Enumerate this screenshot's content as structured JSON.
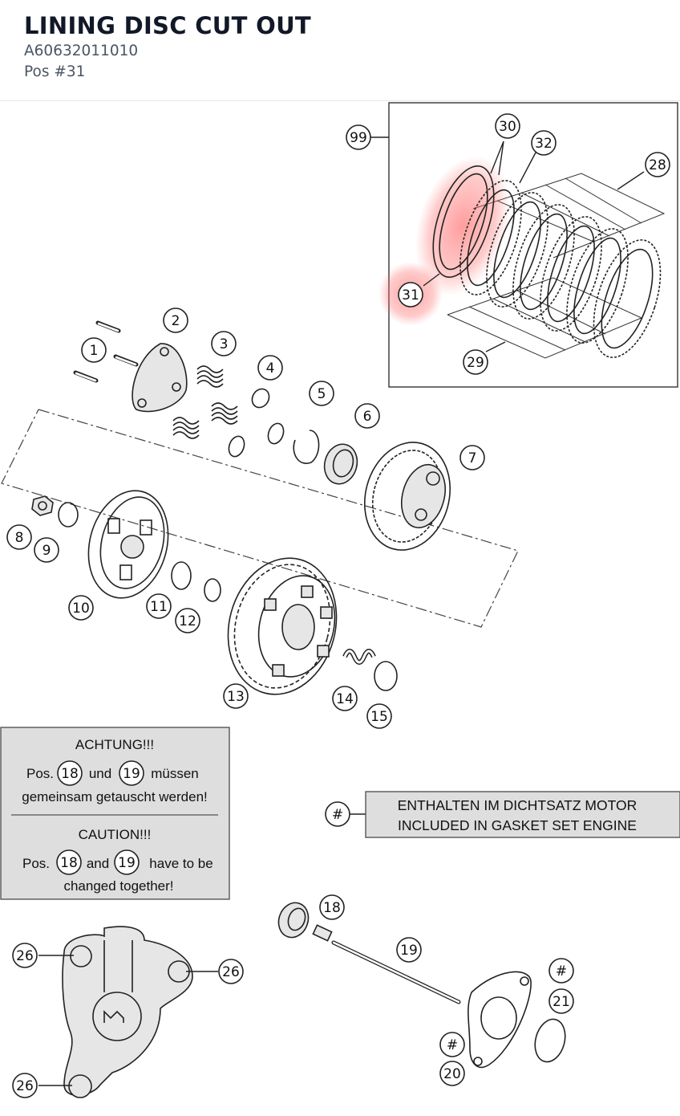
{
  "header": {
    "title": "LINING DISC CUT OUT",
    "part_number": "A60632011010",
    "position": "Pos #31"
  },
  "callouts": {
    "c99": "99",
    "c30": "30",
    "c32": "32",
    "c28": "28",
    "c31": "31",
    "c29": "29",
    "c1": "1",
    "c2": "2",
    "c3": "3",
    "c4": "4",
    "c5": "5",
    "c6": "6",
    "c7": "7",
    "c8": "8",
    "c9": "9",
    "c10": "10",
    "c11": "11",
    "c12": "12",
    "c13": "13",
    "c14": "14",
    "c15": "15",
    "c18": "18",
    "c19": "19",
    "c20": "20",
    "c21": "21",
    "c26a": "26",
    "c26b": "26",
    "c26c": "26",
    "hash1": "#",
    "hash2": "#",
    "hash3": "#",
    "n18a": "18",
    "n19a": "19",
    "n18b": "18",
    "n19b": "19"
  },
  "warning": {
    "de_title": "ACHTUNG!!!",
    "de_pos": "Pos.",
    "de_und": "und",
    "de_mid": "müssen",
    "de_line2": "gemeinsam getauscht werden!",
    "en_title": "CAUTION!!!",
    "en_pos": "Pos.",
    "en_and": "and",
    "en_mid": "have to be",
    "en_line2": "changed together!"
  },
  "legend": {
    "line1": "ENTHALTEN IM DICHTSATZ MOTOR",
    "line2": "INCLUDED IN GASKET SET ENGINE"
  },
  "colors": {
    "highlight": "#ff5a5a"
  }
}
